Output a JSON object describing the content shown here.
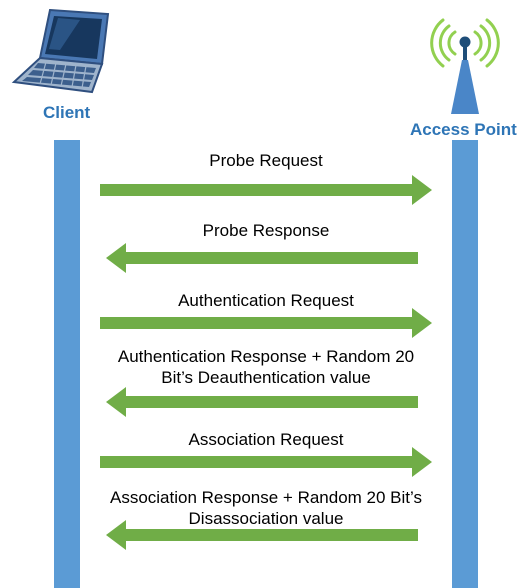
{
  "colors": {
    "lifeline": "#5b9bd5",
    "arrow": "#70ad47",
    "label_accent": "#2e75b6",
    "signal_waves": "#92d050",
    "laptop_body": "#4a78b4",
    "laptop_screen": "#17375e"
  },
  "client": {
    "label": "Client",
    "icon": "laptop-icon"
  },
  "access_point": {
    "label": "Access Point",
    "icon": "wireless-antenna-icon"
  },
  "messages": [
    {
      "lines": [
        "Probe Request"
      ],
      "direction": "client-to-ap"
    },
    {
      "lines": [
        "Probe Response"
      ],
      "direction": "ap-to-client"
    },
    {
      "lines": [
        "Authentication Request"
      ],
      "direction": "client-to-ap"
    },
    {
      "lines": [
        "Authentication Response + Random 20",
        "Bit’s Deauthentication value"
      ],
      "direction": "ap-to-client"
    },
    {
      "lines": [
        "Association Request"
      ],
      "direction": "client-to-ap"
    },
    {
      "lines": [
        "Association Response + Random 20 Bit’s",
        "Disassociation value"
      ],
      "direction": "ap-to-client"
    }
  ]
}
